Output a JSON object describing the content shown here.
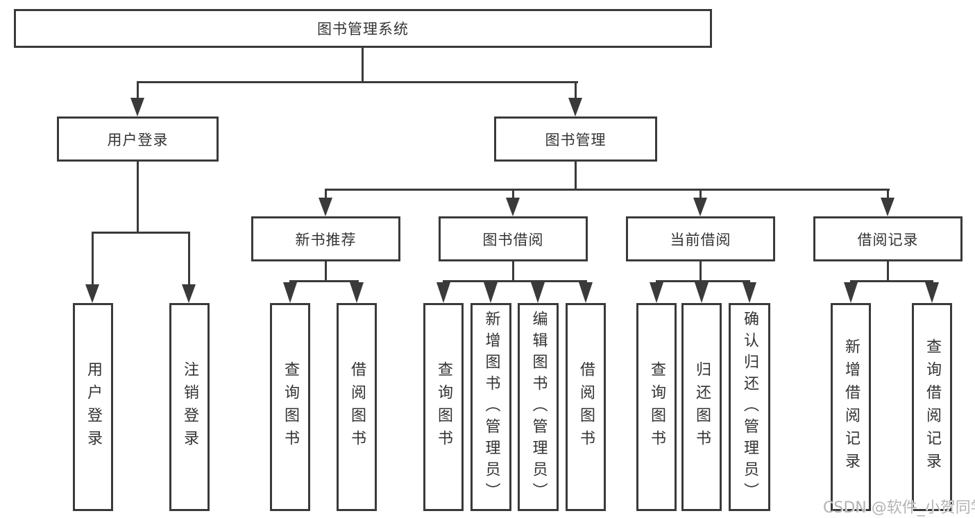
{
  "diagram_type": "function-structure-tree",
  "colors": {
    "line": "#3a3a3a",
    "box_border": "#3a3a3a",
    "text": "#333333",
    "watermark_text": "#b3b3b3",
    "background": "#ffffff"
  },
  "watermark": {
    "text": "CSDN @软件_小贺同学"
  },
  "tree": {
    "label": "图书管理系统",
    "children": [
      {
        "label": "用户登录",
        "children": [
          {
            "label": "用户登录"
          },
          {
            "label": "注销登录"
          }
        ]
      },
      {
        "label": "图书管理",
        "children": [
          {
            "label": "新书推荐",
            "children": [
              {
                "label": "查询图书"
              },
              {
                "label": "借阅图书"
              }
            ]
          },
          {
            "label": "图书借阅",
            "children": [
              {
                "label": "查询图书"
              },
              {
                "label": "新增图书（管理员）"
              },
              {
                "label": "编辑图书（管理员）"
              },
              {
                "label": "借阅图书"
              }
            ]
          },
          {
            "label": "当前借阅",
            "children": [
              {
                "label": "查询图书"
              },
              {
                "label": "归还图书"
              },
              {
                "label": "确认归还（管理员）"
              }
            ]
          },
          {
            "label": "借阅记录",
            "children": [
              {
                "label": "新增借阅记录"
              },
              {
                "label": "查询借阅记录"
              }
            ]
          }
        ]
      }
    ]
  }
}
